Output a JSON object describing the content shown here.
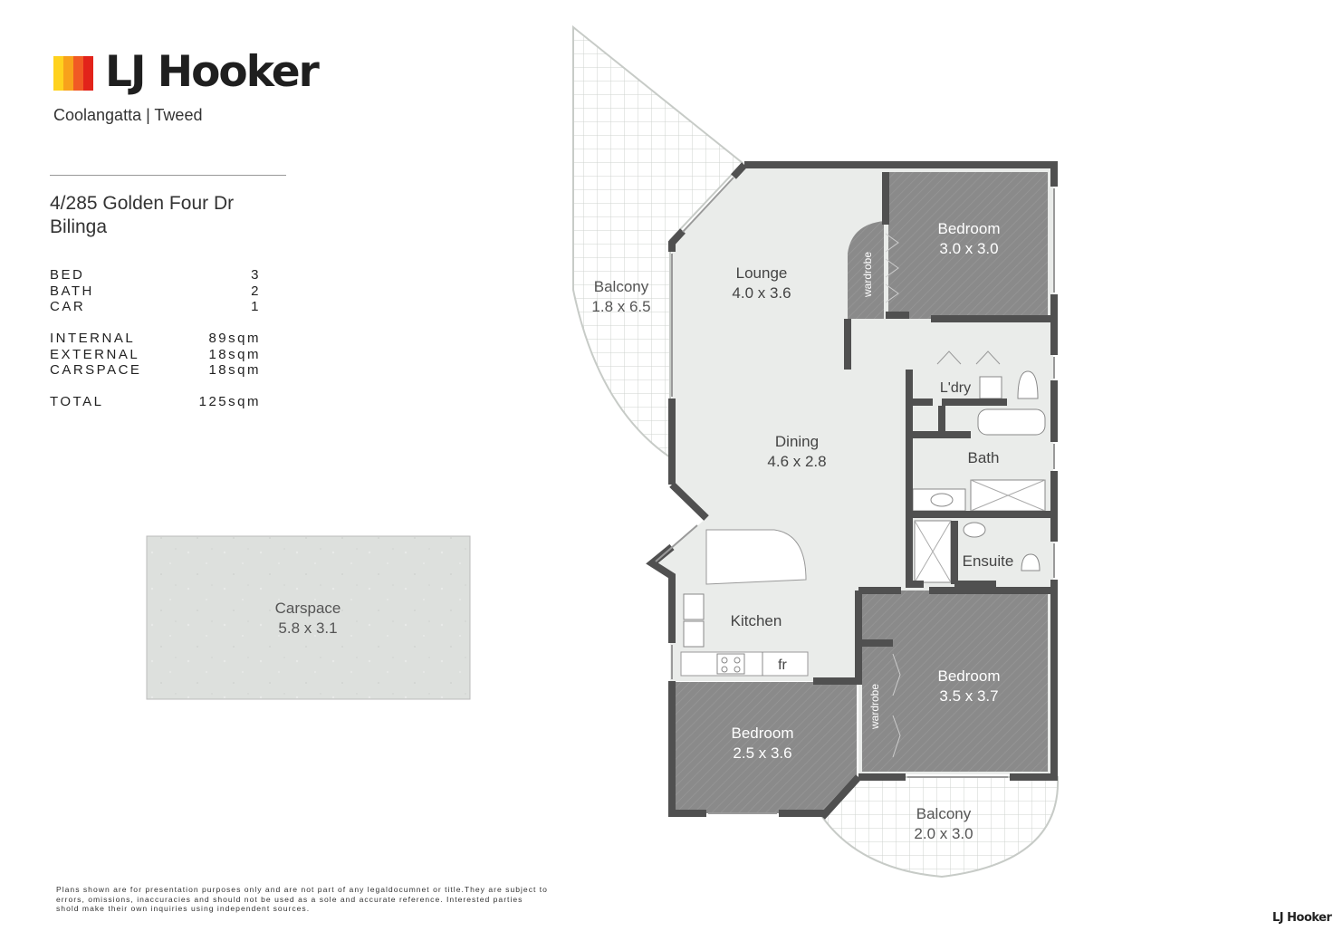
{
  "brand": {
    "name": "LJ Hooker",
    "office": "Coolangatta | Tweed",
    "colors": {
      "bar1": "#FFD21E",
      "bar2": "#F8A21B",
      "bar3": "#F15A24",
      "bar4": "#E2231A"
    }
  },
  "property": {
    "address_line1": "4/285 Golden Four Dr",
    "address_line2": "Bilinga"
  },
  "specs": [
    {
      "label": "BED",
      "value": "3"
    },
    {
      "label": "BATH",
      "value": "2"
    },
    {
      "label": "CAR",
      "value": "1"
    },
    {
      "label": "INTERNAL",
      "value": "89sqm"
    },
    {
      "label": "EXTERNAL",
      "value": "18sqm"
    },
    {
      "label": "CARSPACE",
      "value": "18sqm"
    },
    {
      "label": "TOTAL",
      "value": "125sqm"
    }
  ],
  "rooms": {
    "balcony_west": {
      "name": "Balcony",
      "size": "1.8 x 6.5"
    },
    "lounge": {
      "name": "Lounge",
      "size": "4.0 x 3.6"
    },
    "bedroom_top": {
      "name": "Bedroom",
      "size": "3.0 x 3.0"
    },
    "wardrobe_top": {
      "name": "wardrobe"
    },
    "laundry": {
      "name": "L'dry"
    },
    "dining": {
      "name": "Dining",
      "size": "4.6 x 2.8"
    },
    "bath": {
      "name": "Bath"
    },
    "ensuite": {
      "name": "Ensuite"
    },
    "kitchen": {
      "name": "Kitchen"
    },
    "fridge": {
      "name": "fr"
    },
    "bedroom_right": {
      "name": "Bedroom",
      "size": "3.5 x 3.7"
    },
    "wardrobe_bottom": {
      "name": "wardrobe"
    },
    "bedroom_bottom": {
      "name": "Bedroom",
      "size": "2.5 x 3.6"
    },
    "balcony_south": {
      "name": "Balcony",
      "size": "2.0 x 3.0"
    },
    "carspace": {
      "name": "Carspace",
      "size": "5.8 x 3.1"
    }
  },
  "colors": {
    "wall": "#505050",
    "floor": "#eaecea",
    "bedroom": "#8a8a8a",
    "grid": "#cfd3cf"
  },
  "disclaimer": {
    "line1": "Plans shown are for presentation purposes only and are not part of any legaldocumnet or title.They are subject to",
    "line2": "errors, omissions, inaccuracies and should not be used as a sole and accurate reference. Interested parties",
    "line3": "shold make their own inquiries using independent sources."
  },
  "footer_logo": "LJ Hooker"
}
